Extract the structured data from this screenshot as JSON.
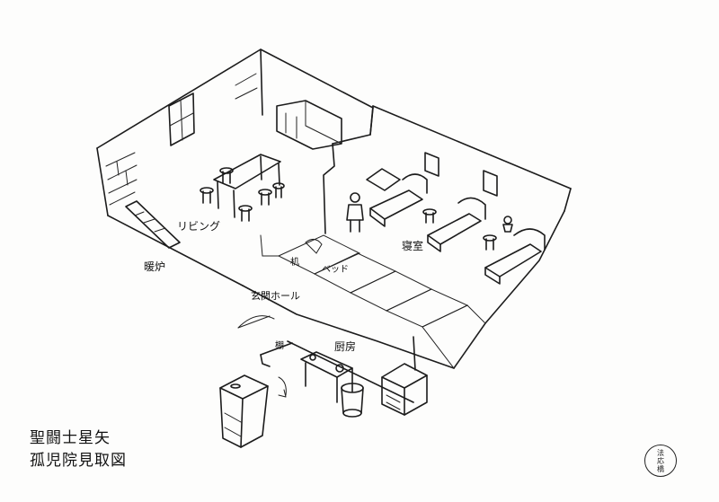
{
  "labels": {
    "living": "リビング",
    "fireplace": "暖炉",
    "bedroom": "寝室",
    "desk": "机",
    "bed": "ベッド",
    "entrance_hall": "玄関ホール",
    "kitchen": "厨房",
    "shelf": "棚"
  },
  "title": {
    "line1": "聖闘士星矢",
    "line2": "孤児院見取図"
  },
  "stamp": {
    "text": "法応橋"
  }
}
